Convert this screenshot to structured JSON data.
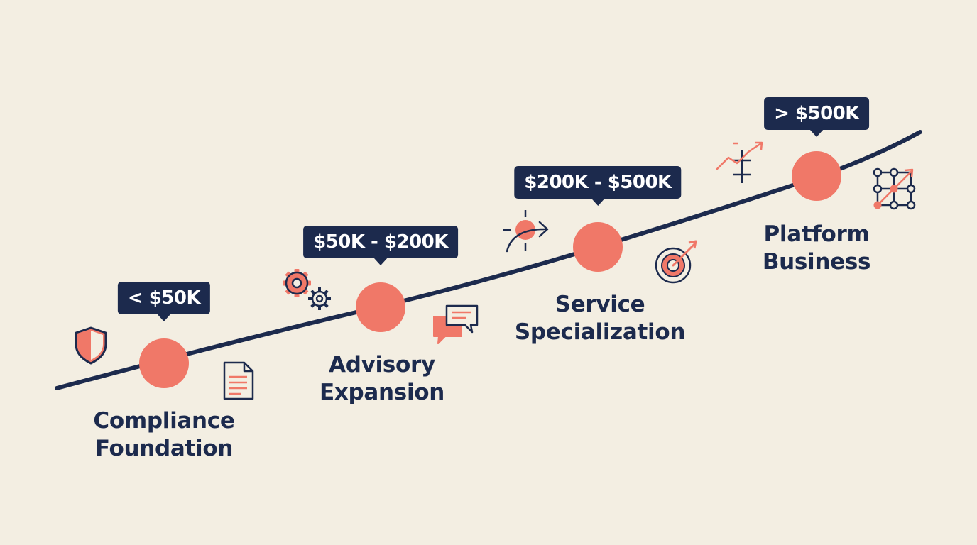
{
  "colors": {
    "background": "#f3eee2",
    "navy": "#1c2a4d",
    "coral": "#f07868"
  },
  "stages": [
    {
      "badge": "< $50K",
      "label_line1": "Compliance",
      "label_line2": "Foundation",
      "icons": [
        "shield-icon",
        "document-icon"
      ]
    },
    {
      "badge": "$50K - $200K",
      "label_line1": "Advisory",
      "label_line2": "Expansion",
      "icons": [
        "gears-icon",
        "chat-bubbles-icon"
      ]
    },
    {
      "badge": "$200K - $500K",
      "label_line1": "Service",
      "label_line2": "Specialization",
      "icons": [
        "focus-arrow-icon",
        "target-icon"
      ]
    },
    {
      "badge": "> $500K",
      "label_line1": "Platform",
      "label_line2": "Business",
      "icons": [
        "growth-chart-icon",
        "network-growth-icon"
      ]
    }
  ]
}
